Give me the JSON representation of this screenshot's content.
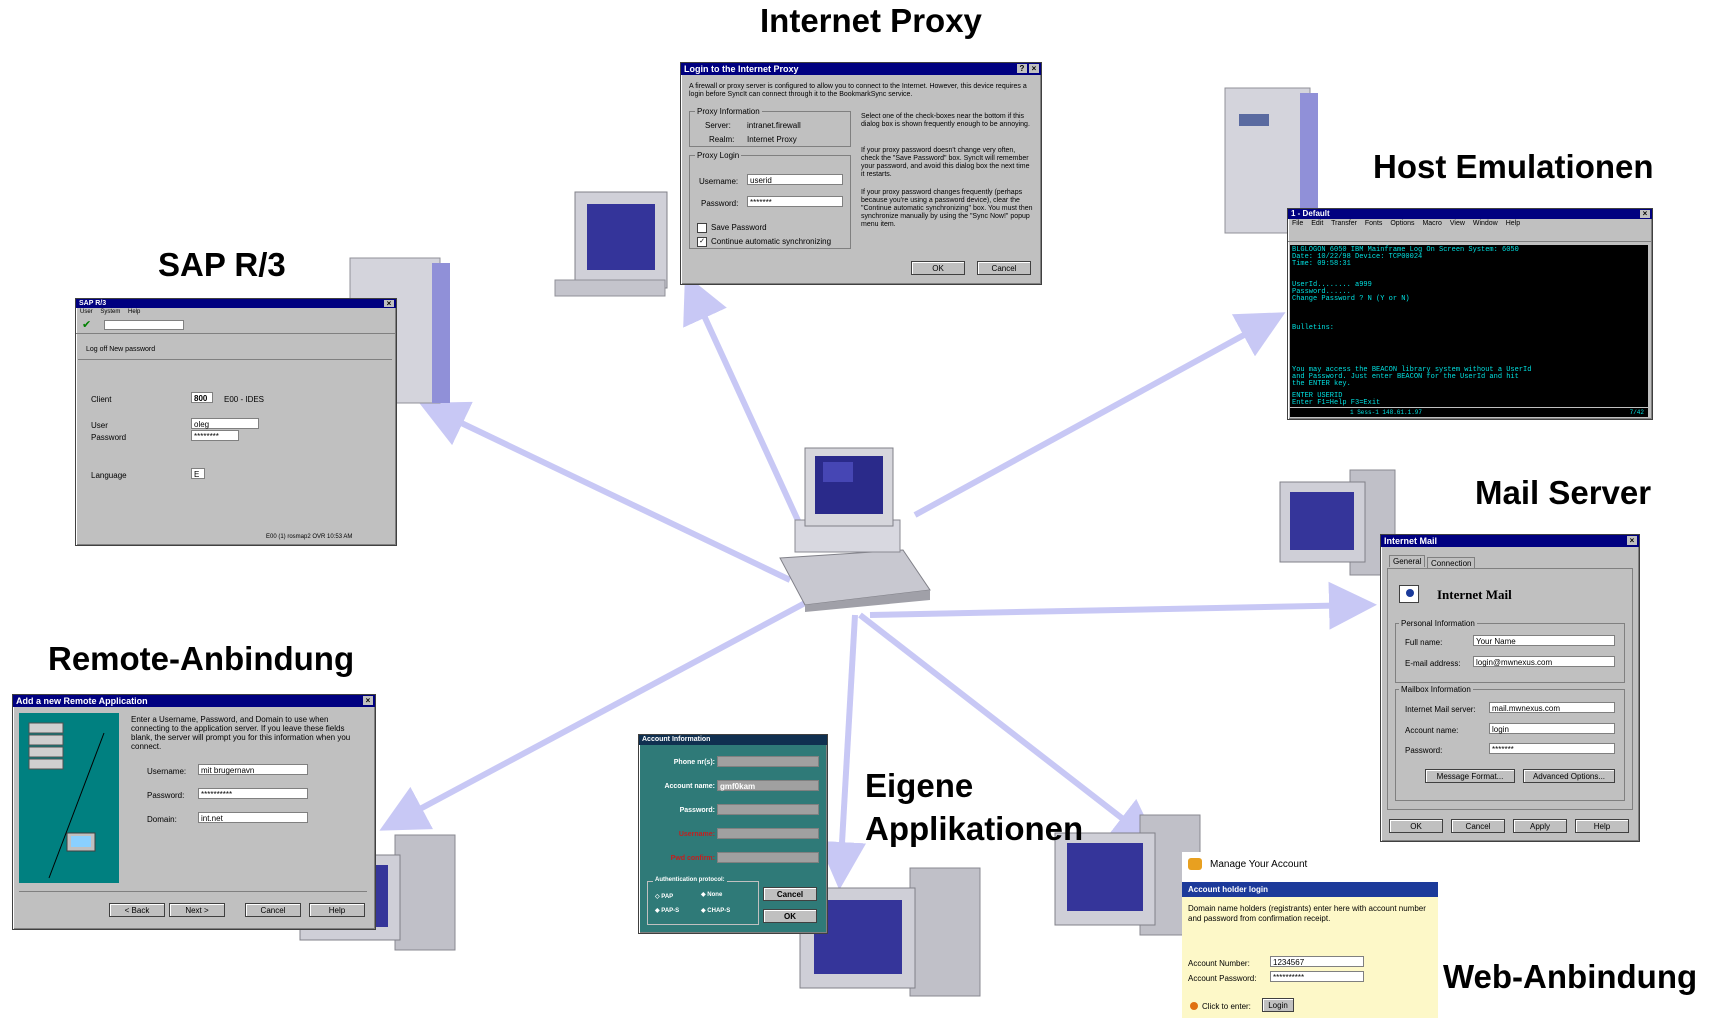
{
  "labels": {
    "proxy": "Internet Proxy",
    "host": "Host Emulationen",
    "sap": "SAP R/3",
    "mail": "Mail Server",
    "remote": "Remote-Anbindung",
    "eigene1": "Eigene",
    "eigene2": "Applikationen",
    "web": "Web-Anbindung"
  },
  "colors": {
    "arrow": "#c8c8f5",
    "titlebar": "#000080",
    "dialog_bg": "#c0c0c0",
    "teal": "#008080"
  },
  "proxy_dialog": {
    "title": "Login to the Internet Proxy",
    "intro": "A firewall or proxy server is configured to allow you to connect to the Internet. However, this device requires a login before SyncIt can connect through it to the BookmarkSync service.",
    "group_info": "Proxy Information",
    "server_label": "Server:",
    "server_value": "intranet.firewall",
    "realm_label": "Realm:",
    "realm_value": "Internet Proxy",
    "group_login": "Proxy Login",
    "username_label": "Username:",
    "username_value": "userid",
    "password_label": "Password:",
    "password_value": "*******",
    "save_password": "Save Password",
    "continue_sync": "Continue automatic synchronizing",
    "help_1": "Select one of the check-boxes near the bottom if this dialog box is shown frequently enough to be annoying.",
    "help_2": "If your proxy password doesn't change very often, check the \"Save Password\" box. SyncIt will remember your password, and avoid this dialog box the next time it restarts.",
    "help_3": "If your proxy password changes frequently (perhaps because you're using a password device), clear the \"Continue automatic synchronizing\" box. You must then synchronize manually by using the \"Sync Now!\" popup menu item.",
    "ok": "OK",
    "cancel": "Cancel"
  },
  "host_dialog": {
    "title": "1 - Default",
    "menu": [
      "File",
      "Edit",
      "Transfer",
      "Fonts",
      "Options",
      "Macro",
      "View",
      "Window",
      "Help"
    ],
    "lines": [
      "BLGLOGON              6050 IBM Mainframe Log On Screen                 System: 6050",
      "Date: 10/22/98                                                       Device: TCP00024",
      "Time: 09:58:31",
      "",
      "",
      "                         UserId........ a999",
      "                         Password......",
      "                         Change Password ?  N (Y or N)",
      "",
      "",
      "Bulletins:",
      "",
      "",
      "",
      "",
      "",
      "                 You may access the BEACON library system without a UserId",
      "                 and Password.  Just enter BEACON for the UserId and hit",
      "                 the ENTER key.",
      "",
      "ENTER USERID",
      "Enter   F1=Help   F3=Exit"
    ],
    "status": "1 Sess-1    148.61.1.97",
    "status_right": "7/42"
  },
  "sap_dialog": {
    "title": "SAP R/3",
    "menu": [
      "User",
      "System",
      "Help"
    ],
    "subtoolbar": "Log off    New password",
    "client_label": "Client",
    "client_value": "800",
    "client_desc": "E00 - IDES",
    "user_label": "User",
    "user_value": "oleg",
    "password_label": "Password",
    "password_value": "********",
    "language_label": "Language",
    "language_value": "E",
    "status": "E00 (1)     rosmap2  OVR  10:53 AM"
  },
  "mail_dialog": {
    "title": "Internet Mail",
    "tabs": [
      "General",
      "Connection"
    ],
    "heading": "Internet Mail",
    "personal_group": "Personal Information",
    "full_name_label": "Full name:",
    "full_name_value": "Your Name",
    "email_label": "E-mail address:",
    "email_value": "login@mwnexus.com",
    "mailbox_group": "Mailbox Information",
    "server_label": "Internet Mail server:",
    "server_value": "mail.mwnexus.com",
    "account_label": "Account name:",
    "account_value": "login",
    "password_label": "Password:",
    "password_value": "*******",
    "message_format": "Message Format...",
    "advanced_options": "Advanced Options...",
    "ok": "OK",
    "cancel": "Cancel",
    "apply": "Apply",
    "help": "Help"
  },
  "remote_dialog": {
    "title": "Add a new Remote Application",
    "intro": "Enter a Username, Password, and Domain to use when connecting to the application server. If you leave these fields blank, the server will prompt you for this information when you connect.",
    "username_label": "Username:",
    "username_value": "mit brugernavn",
    "password_label": "Password:",
    "password_value": "**********",
    "domain_label": "Domain:",
    "domain_value": "int.net",
    "back": "< Back",
    "next": "Next >",
    "cancel": "Cancel",
    "help": "Help"
  },
  "account_dialog": {
    "title": "Account Information",
    "phone_label": "Phone nr(s):",
    "phone_value": "",
    "account_label": "Account name:",
    "account_value": "gmf0kam",
    "password_label": "Password:",
    "password_value": "",
    "red_label_1": "Username:",
    "red_label_2": "Pwd confirm:",
    "auth_group": "Authentication protocol:",
    "pap": "PAP",
    "none": "None",
    "paps": "PAP-S",
    "chaps": "CHAP-S",
    "cancel": "Cancel",
    "ok": "OK"
  },
  "web_dialog": {
    "title": "Manage Your Account",
    "section": "Account holder login",
    "intro": "Domain name holders (registrants) enter here with account number and password from confirmation receipt.",
    "account_number_label": "Account Number:",
    "account_number_value": "1234567",
    "account_password_label": "Account Password:",
    "account_password_value": "**********",
    "click_to_enter": "Click to enter:",
    "login": "Login"
  }
}
